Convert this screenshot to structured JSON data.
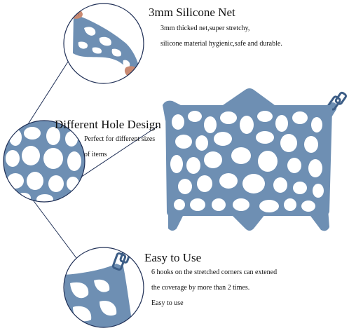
{
  "colors": {
    "net": "#6e8fb3",
    "net_dark": "#5b7aa0",
    "hand": "#c98a72",
    "ring": "#1e2e55",
    "background": "#ffffff"
  },
  "sections": {
    "thickness": {
      "title": "3mm Silicone Net",
      "lines": [
        "3mm thicked net,super stretchy,",
        "silicone material hygienic,safe and durable."
      ]
    },
    "holes": {
      "title": "Different Hole Design",
      "lines": [
        "Perfect for different sizes",
        "of items"
      ]
    },
    "hooks": {
      "title": "Easy to Use",
      "lines": [
        "6 hooks on the stretched corners can extened",
        "the coverage by more than 2 times.",
        "Easy to use"
      ]
    }
  },
  "icons": {
    "stretch_closeup": "stretched-net-hand-image",
    "hole_closeup": "hole-pattern-closeup-image",
    "hook_closeup": "corner-hook-closeup-image",
    "net_main": "silicone-net-main-image"
  }
}
